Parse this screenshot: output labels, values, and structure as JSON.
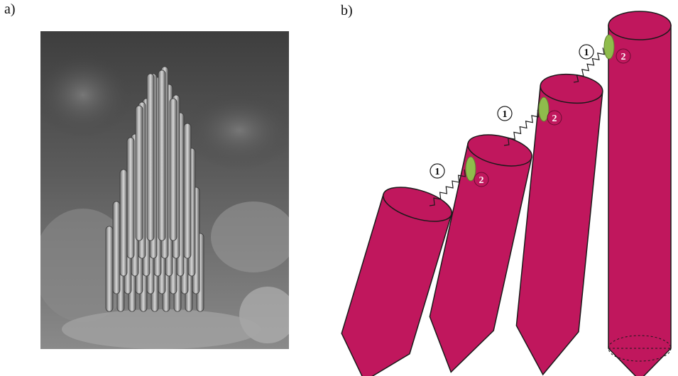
{
  "panels": {
    "a": {
      "label": "a)"
    },
    "b": {
      "label": "b)",
      "link_markers": [
        {
          "left": "1",
          "right": "2"
        },
        {
          "left": "1",
          "right": "2"
        },
        {
          "left": "1",
          "right": "2"
        }
      ]
    }
  },
  "colors": {
    "stereocilia": "#c0175d",
    "stereocilia_dark": "#8e0f44",
    "channel": "#8fbc4c",
    "outline": "#1a1a1a"
  }
}
